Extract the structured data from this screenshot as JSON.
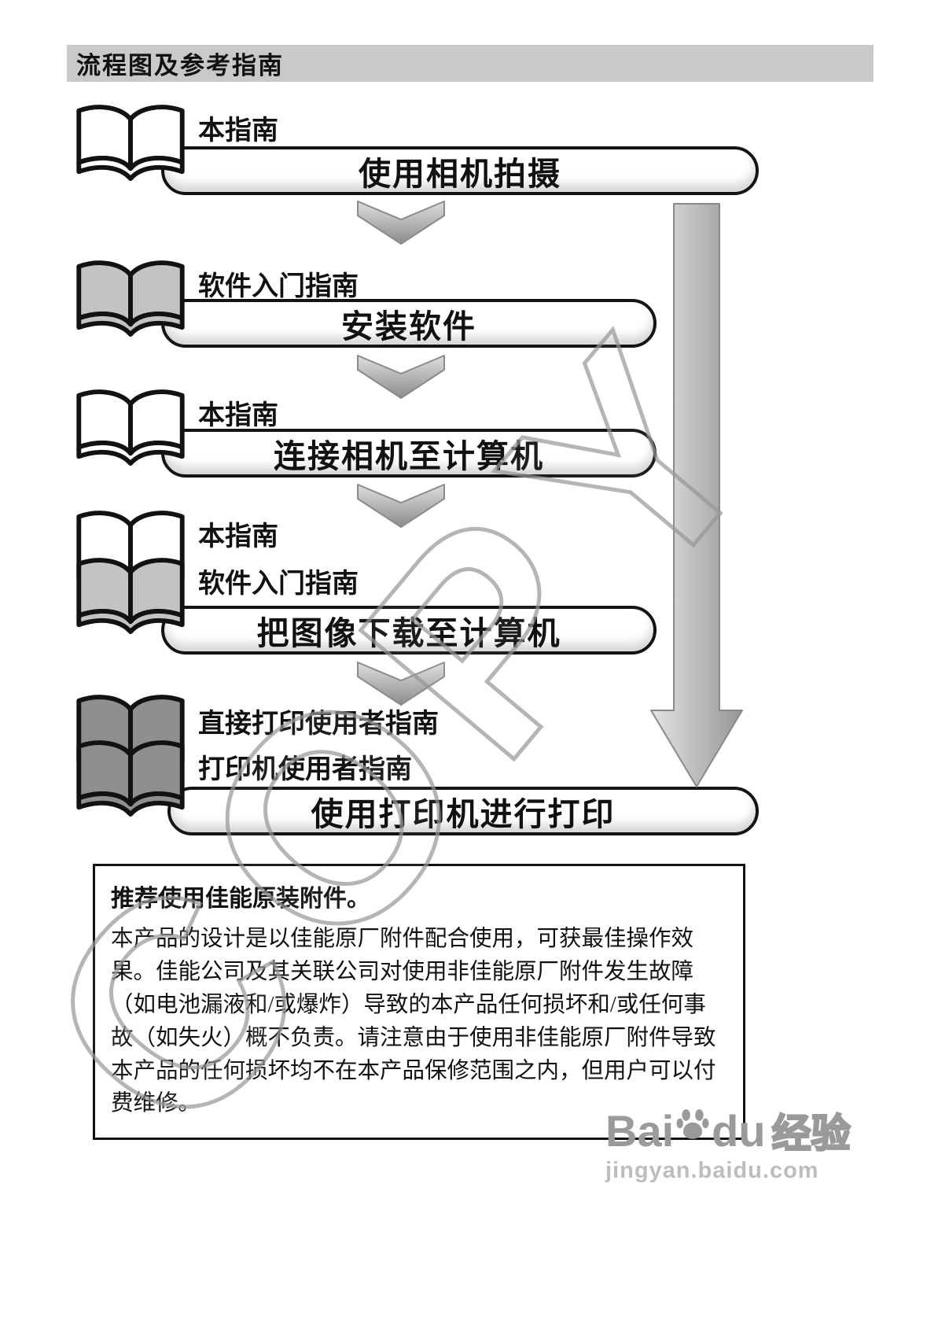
{
  "page": {
    "title": "流程图及参考指南"
  },
  "flowchart": {
    "steps": [
      {
        "guides": [
          {
            "label": "本指南",
            "book_color": "#ffffff"
          }
        ],
        "box": "使用相机拍摄"
      },
      {
        "guides": [
          {
            "label": "软件入门指南",
            "book_color": "#c3c3c3"
          }
        ],
        "box": "安装软件"
      },
      {
        "guides": [
          {
            "label": "本指南",
            "book_color": "#ffffff"
          }
        ],
        "box": "连接相机至计算机"
      },
      {
        "guides": [
          {
            "label": "本指南",
            "book_color": "#ffffff"
          },
          {
            "label": "软件入门指南",
            "book_color": "#c3c3c3"
          }
        ],
        "box": "把图像下载至计算机"
      },
      {
        "guides": [
          {
            "label": "直接打印使用者指南",
            "book_color": "#8f8f8f"
          },
          {
            "label": "打印机使用者指南",
            "book_color": "#8f8f8f"
          }
        ],
        "box": "使用打印机进行打印"
      }
    ]
  },
  "note": {
    "title": "推荐使用佳能原装附件。",
    "body": "本产品的设计是以佳能原厂附件配合使用，可获最佳操作效果。佳能公司及其关联公司对使用非佳能原厂附件发生故障（如电池漏液和/或爆炸）导致的本产品任何损坏和/或任何事故（如失火）概不负责。请注意由于使用非佳能原厂附件导致本产品的任何损坏均不在本产品保修范围之内，但用户可以付费维修。"
  },
  "watermark": {
    "text": "COPY"
  },
  "footer": {
    "brand_left": "Bai",
    "brand_right": "du",
    "brand_cn": "经验",
    "url": "jingyan.baidu.com"
  },
  "colors": {
    "book_white": "#ffffff",
    "book_light_gray": "#c3c3c3",
    "book_dark_gray": "#8f8f8f",
    "header_bar_gray": "#c9c9c9",
    "watermark_gray": "#969696",
    "logo_gray": "#9a9a9a"
  }
}
